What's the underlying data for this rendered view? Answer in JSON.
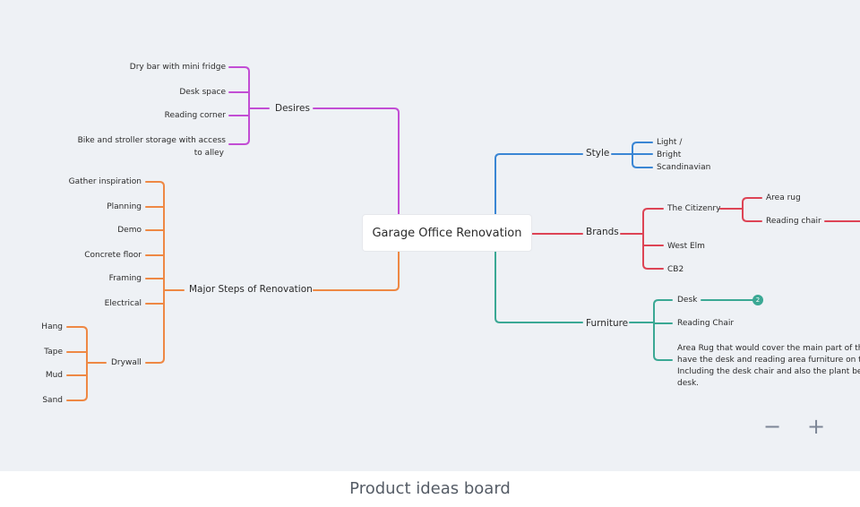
{
  "root": {
    "label": "Garage Office Renovation"
  },
  "colors": {
    "desires": "#c24dd4",
    "steps": "#ee8844",
    "style": "#3a86d4",
    "brands": "#dd4455",
    "furniture": "#3aa894"
  },
  "desires": {
    "label": "Desires",
    "items": [
      "Dry bar with mini fridge",
      "Desk space",
      "Reading corner",
      "Bike and stroller storage with access",
      "to alley"
    ]
  },
  "steps": {
    "label": "Major Steps of Renovation",
    "items": [
      "Gather inspiration",
      "Planning",
      "Demo",
      "Concrete floor",
      "Framing",
      "Electrical"
    ],
    "drywall": {
      "label": "Drywall",
      "items": [
        "Hang",
        "Tape",
        "Mud",
        "Sand"
      ]
    }
  },
  "style": {
    "label": "Style",
    "items": [
      "Light /",
      "Bright",
      "Scandinavian"
    ]
  },
  "brands": {
    "label": "Brands",
    "citizenry": {
      "label": "The Citizenry",
      "items": [
        "Area rug",
        "Reading chair"
      ]
    },
    "items": [
      "West Elm",
      "CB2"
    ]
  },
  "furniture": {
    "label": "Furniture",
    "desk": {
      "label": "Desk",
      "badge": "2"
    },
    "reading": "Reading Chair",
    "rug_lines": [
      "Area Rug that would cover the main part of the",
      "have the desk and reading area furniture on top",
      "Including the desk chair and also the plant besi",
      "desk."
    ]
  },
  "zoom": {
    "minus": "−",
    "plus": "+"
  },
  "footer": {
    "caption": "Product ideas board"
  }
}
